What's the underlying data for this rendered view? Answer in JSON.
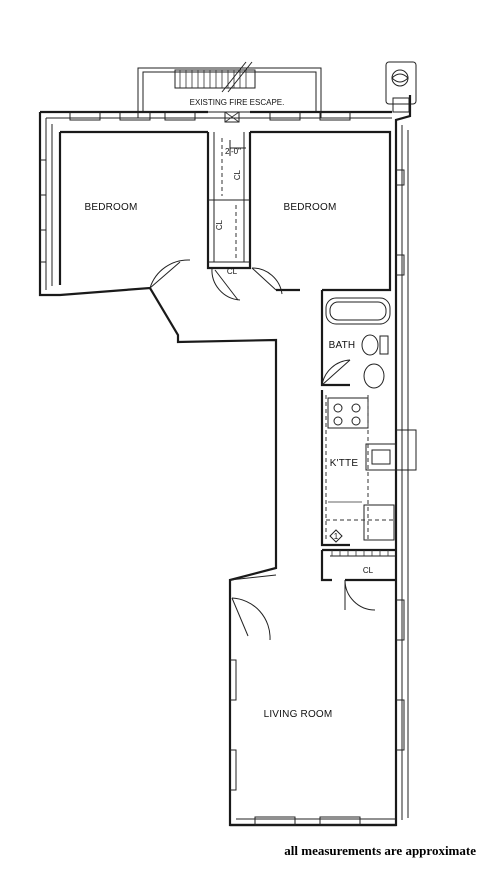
{
  "plan": {
    "rooms": {
      "bedroom_left": "BEDROOM",
      "bedroom_right": "BEDROOM",
      "bath": "BATH",
      "kitchenette": "K'TTE",
      "living_room": "LIVING ROOM"
    },
    "closets": {
      "upper_vertical": "CL",
      "middle_vertical": "CL",
      "lower_horizontal": "CL",
      "near_kitchen": "CL"
    },
    "fire_escape": "EXISTING FIRE ESCAPE.",
    "dimension": "2'-0\"",
    "marker": "1",
    "footer_note": "all measurements are approximate"
  }
}
